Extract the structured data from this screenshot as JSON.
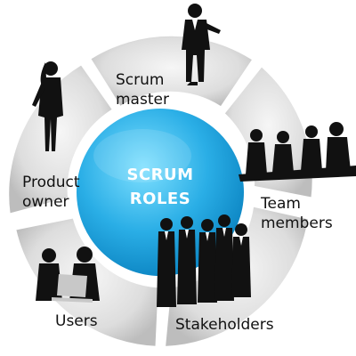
{
  "center": {
    "line1": "SCRUM",
    "line2": "ROLES"
  },
  "roles": [
    {
      "id": "scrum-master",
      "line1": "Scrum",
      "line2": "master"
    },
    {
      "id": "team-members",
      "line1": "Team",
      "line2": "members"
    },
    {
      "id": "stakeholders",
      "line1": "Stakeholders",
      "line2": ""
    },
    {
      "id": "users",
      "line1": "Users",
      "line2": ""
    },
    {
      "id": "product-owner",
      "line1": "Product",
      "line2": "owner"
    }
  ],
  "colors": {
    "center_light": "#7fe0ff",
    "center_dark": "#0a82c0",
    "ring_light": "#f4f4f4",
    "ring_dark": "#bdbdbd",
    "silhouette": "#111111",
    "shirt": "#ffffff",
    "laptop": "#c8c8c8"
  }
}
